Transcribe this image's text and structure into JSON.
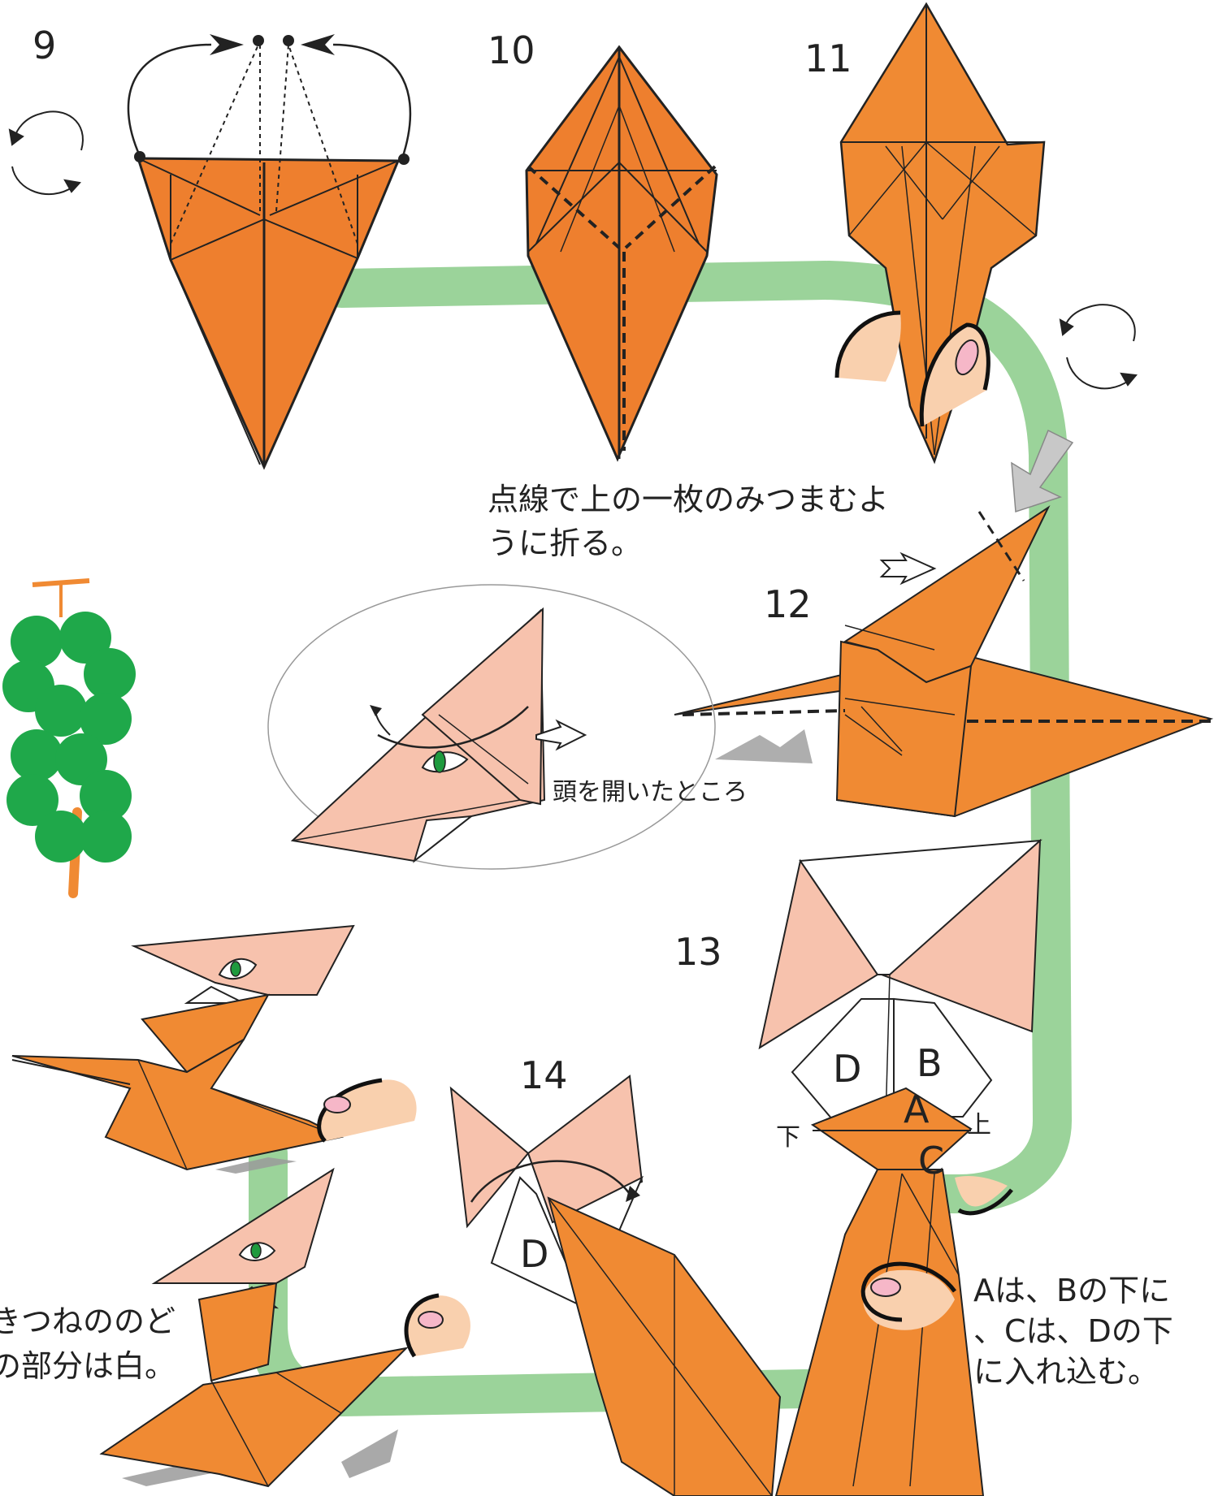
{
  "steps": {
    "s9": "9",
    "s10": "10",
    "s11": "11",
    "s12": "12",
    "s13": "13",
    "s14": "14"
  },
  "notes": {
    "fold_line1": "点線で上の一枚のみつまむよ",
    "fold_line2": "うに折る。",
    "head_open": "頭を開いたところ",
    "insert_line1": "Aは、Bの下に",
    "insert_line2": "、Cは、Dの下",
    "insert_line3": "に入れ込む。",
    "throat_line1": "きつねののど",
    "throat_line2": "の部分は白。"
  },
  "letters": {
    "A": "A",
    "B": "B",
    "C": "C",
    "D13": "D",
    "D14": "D",
    "down": "下",
    "up": "上"
  },
  "colors": {
    "paper_orange": "#f08a33",
    "paper_dark": "#ee7f2e",
    "pink": "#f7c2ad",
    "ear_inner": "#f9d0ae",
    "path_green": "#9bd39a",
    "grape_green": "#1fa84a",
    "eye_green": "#1e9a3e",
    "shadow_gray": "#9a9a9a"
  }
}
